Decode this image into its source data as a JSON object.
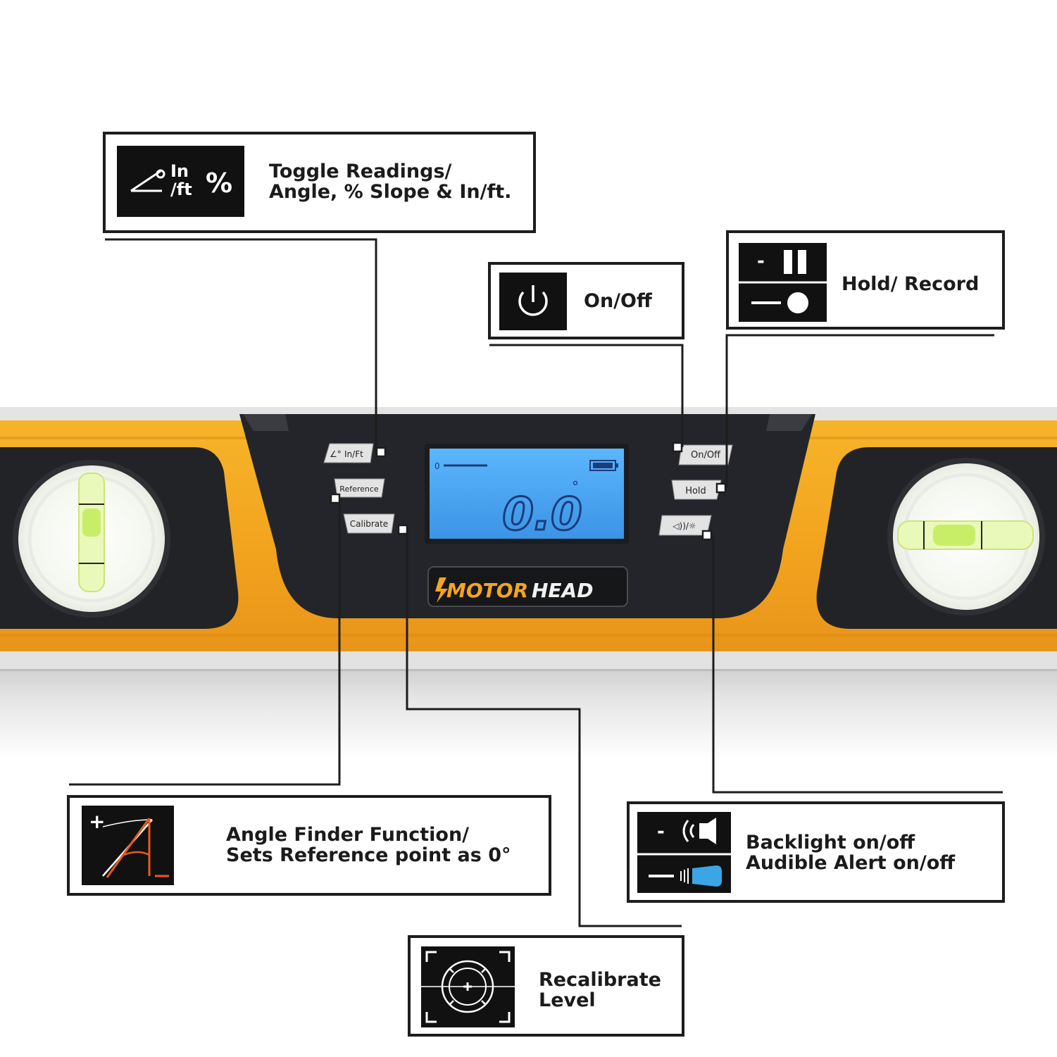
{
  "colors": {
    "level_yellow": "#f3a51f",
    "level_yellow_dark": "#d98a10",
    "panel_black": "#23252a",
    "lcd_blue": "#4aa7f2",
    "vial_green": "#d9f59a",
    "accent_orange": "#e85b1a",
    "accent_blue": "#3aa6e6",
    "line": "#1d1d1d"
  },
  "callouts": {
    "toggle": {
      "text": "Toggle Readings/\nAngle, % Slope & In/ft.",
      "icon": "angle-inft-percent-icon",
      "icon_in": "In",
      "icon_ft": "/ft",
      "icon_pct": "%"
    },
    "onoff": {
      "text": "On/Off",
      "icon": "power-icon"
    },
    "hold": {
      "text": "Hold/ Record",
      "icon": "pause-record-icon",
      "icon_dash": "-"
    },
    "angle": {
      "text": "Angle Finder Function/\nSets Reference point as 0°",
      "icon": "angle-finder-icon",
      "icon_plus": "+"
    },
    "backlight": {
      "text": "Backlight on/off\nAudible Alert on/off",
      "icon": "speaker-light-icon",
      "icon_dash": "-"
    },
    "recal": {
      "text": "Recalibrate\nLevel",
      "icon": "crosshair-target-icon"
    }
  },
  "device": {
    "brand": "MOTORHEAD",
    "brand_part1": "MOTOR",
    "brand_part2": "HEAD",
    "lcd": {
      "reading": "0.0",
      "unit": "°",
      "scale_label": "0",
      "battery": "battery-full-icon"
    },
    "buttons": {
      "inft": "In/Ft",
      "inft_prefix": "∠°",
      "reference": "Reference",
      "calibrate": "Calibrate",
      "onoff": "On/Off",
      "hold": "Hold",
      "sound_light": "◁))/☼"
    }
  }
}
